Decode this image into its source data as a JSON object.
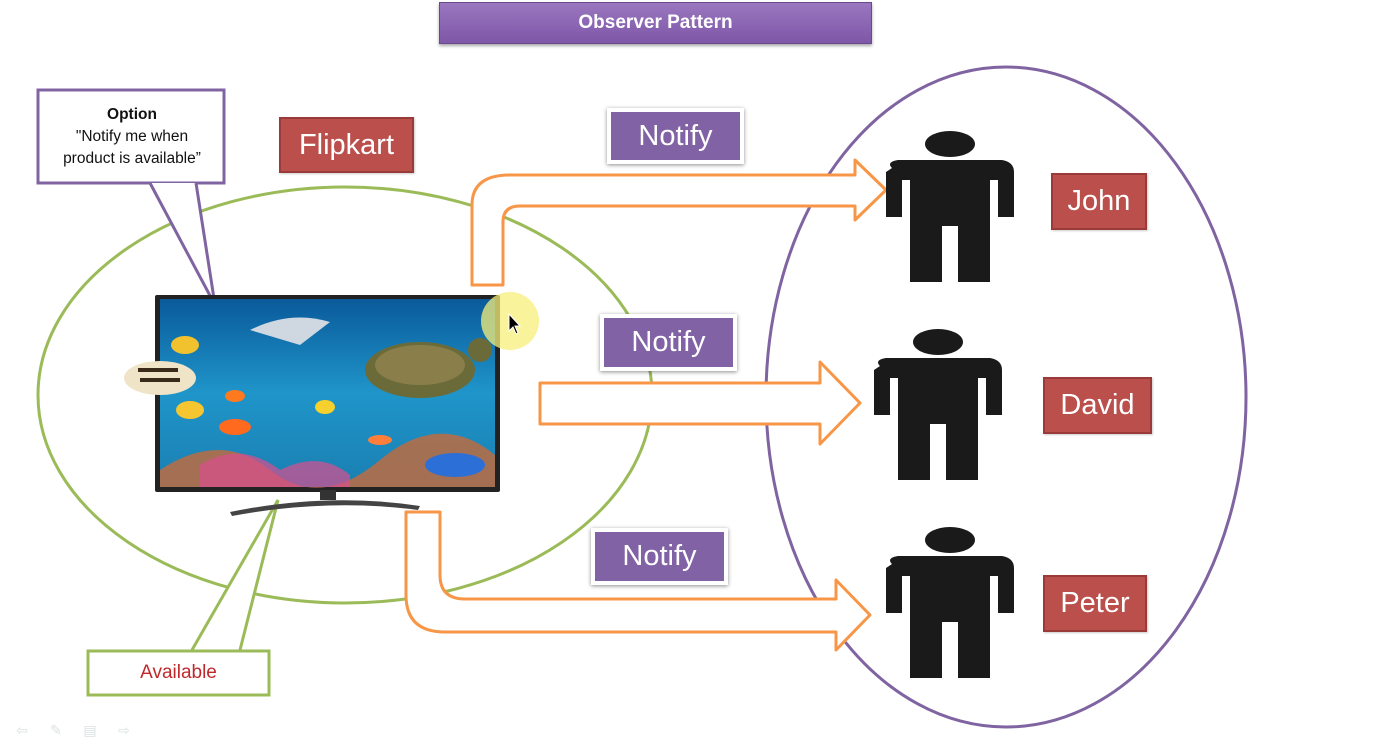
{
  "title": "Observer Pattern",
  "subject": {
    "label": "Flipkart",
    "callout_title": "Option",
    "callout_body": "\"Notify me when\nproduct is available”",
    "status": "Available"
  },
  "notifications": [
    "Notify",
    "Notify",
    "Notify"
  ],
  "observers": [
    "John",
    "David",
    "Peter"
  ],
  "icons": {
    "product": "television-icon",
    "observer": "person-icon",
    "arrow": "arrow-icon",
    "cursor": "mouse-cursor-icon"
  },
  "colors": {
    "title_bar": "#8162a4",
    "label_red": "#bb4f4c",
    "notify_purple": "#8162a4",
    "subject_ellipse": "#9bbb59",
    "observer_ellipse": "#8064a2",
    "arrow_outline": "#f79646",
    "callout_border": "#8064a2",
    "available_border": "#9bbb59",
    "available_text": "#c0282a"
  }
}
